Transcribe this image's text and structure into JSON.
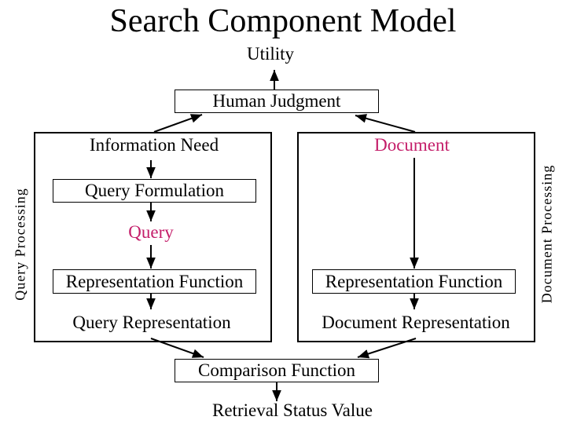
{
  "diagram": {
    "title": "Search Component Model",
    "utility_label": "Utility",
    "human_judgment_label": "Human Judgment",
    "left_panel": {
      "side_label": "Query Processing",
      "header": "Information Need",
      "query_formulation_label": "Query Formulation",
      "query_label": "Query",
      "representation_function_label": "Representation Function",
      "output_label": "Query Representation"
    },
    "right_panel": {
      "side_label": "Document Processing",
      "header": "Document",
      "representation_function_label": "Representation Function",
      "output_label": "Document Representation"
    },
    "comparison_function_label": "Comparison Function",
    "retrieval_status_value_label": "Retrieval Status Value",
    "colors": {
      "highlight": "#C41E6A",
      "text": "#000000",
      "background": "#FFFFFF",
      "line": "#000000"
    },
    "icons": {
      "arrow": "arrowhead-filled-triangle"
    }
  }
}
